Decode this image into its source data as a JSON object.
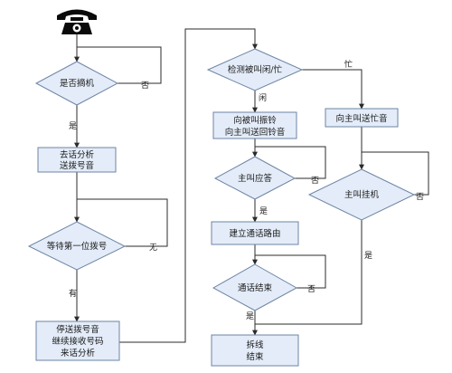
{
  "nodes": {
    "off_hook": {
      "text": "是否摘机",
      "shape": "diamond"
    },
    "call_analysis": {
      "lines": [
        "去话分析",
        "送拨号音"
      ],
      "shape": "process"
    },
    "wait_first_digit": {
      "text": "等待第一位拨号",
      "shape": "diamond"
    },
    "stop_tone": {
      "lines": [
        "停送拨号音",
        "继续接收号码",
        "来话分析"
      ],
      "shape": "process"
    },
    "check_callee": {
      "text": "检测被叫闲/忙",
      "shape": "diamond"
    },
    "ring_callee": {
      "lines": [
        "向被叫振铃",
        "向主叫送回铃音"
      ],
      "shape": "process"
    },
    "caller_answer": {
      "text": "主叫应答",
      "shape": "diamond"
    },
    "build_route": {
      "text": "建立通话路由",
      "shape": "process"
    },
    "call_end": {
      "text": "通话结束",
      "shape": "diamond"
    },
    "release": {
      "lines": [
        "拆线",
        "结束"
      ],
      "shape": "process"
    },
    "busy_tone": {
      "text": "向主叫送忙音",
      "shape": "process"
    },
    "caller_hangup": {
      "text": "主叫挂机",
      "shape": "diamond"
    }
  },
  "edge_labels": {
    "no": "否",
    "yes": "是",
    "none": "无",
    "have": "有",
    "idle": "闲",
    "busy": "忙"
  },
  "icons": {
    "start": "telephone-icon"
  },
  "colors": {
    "box_fill": "#e3ecf8",
    "box_stroke": "#6e85a4",
    "line": "#2b2b2b",
    "icon": "#0a0a0a"
  }
}
